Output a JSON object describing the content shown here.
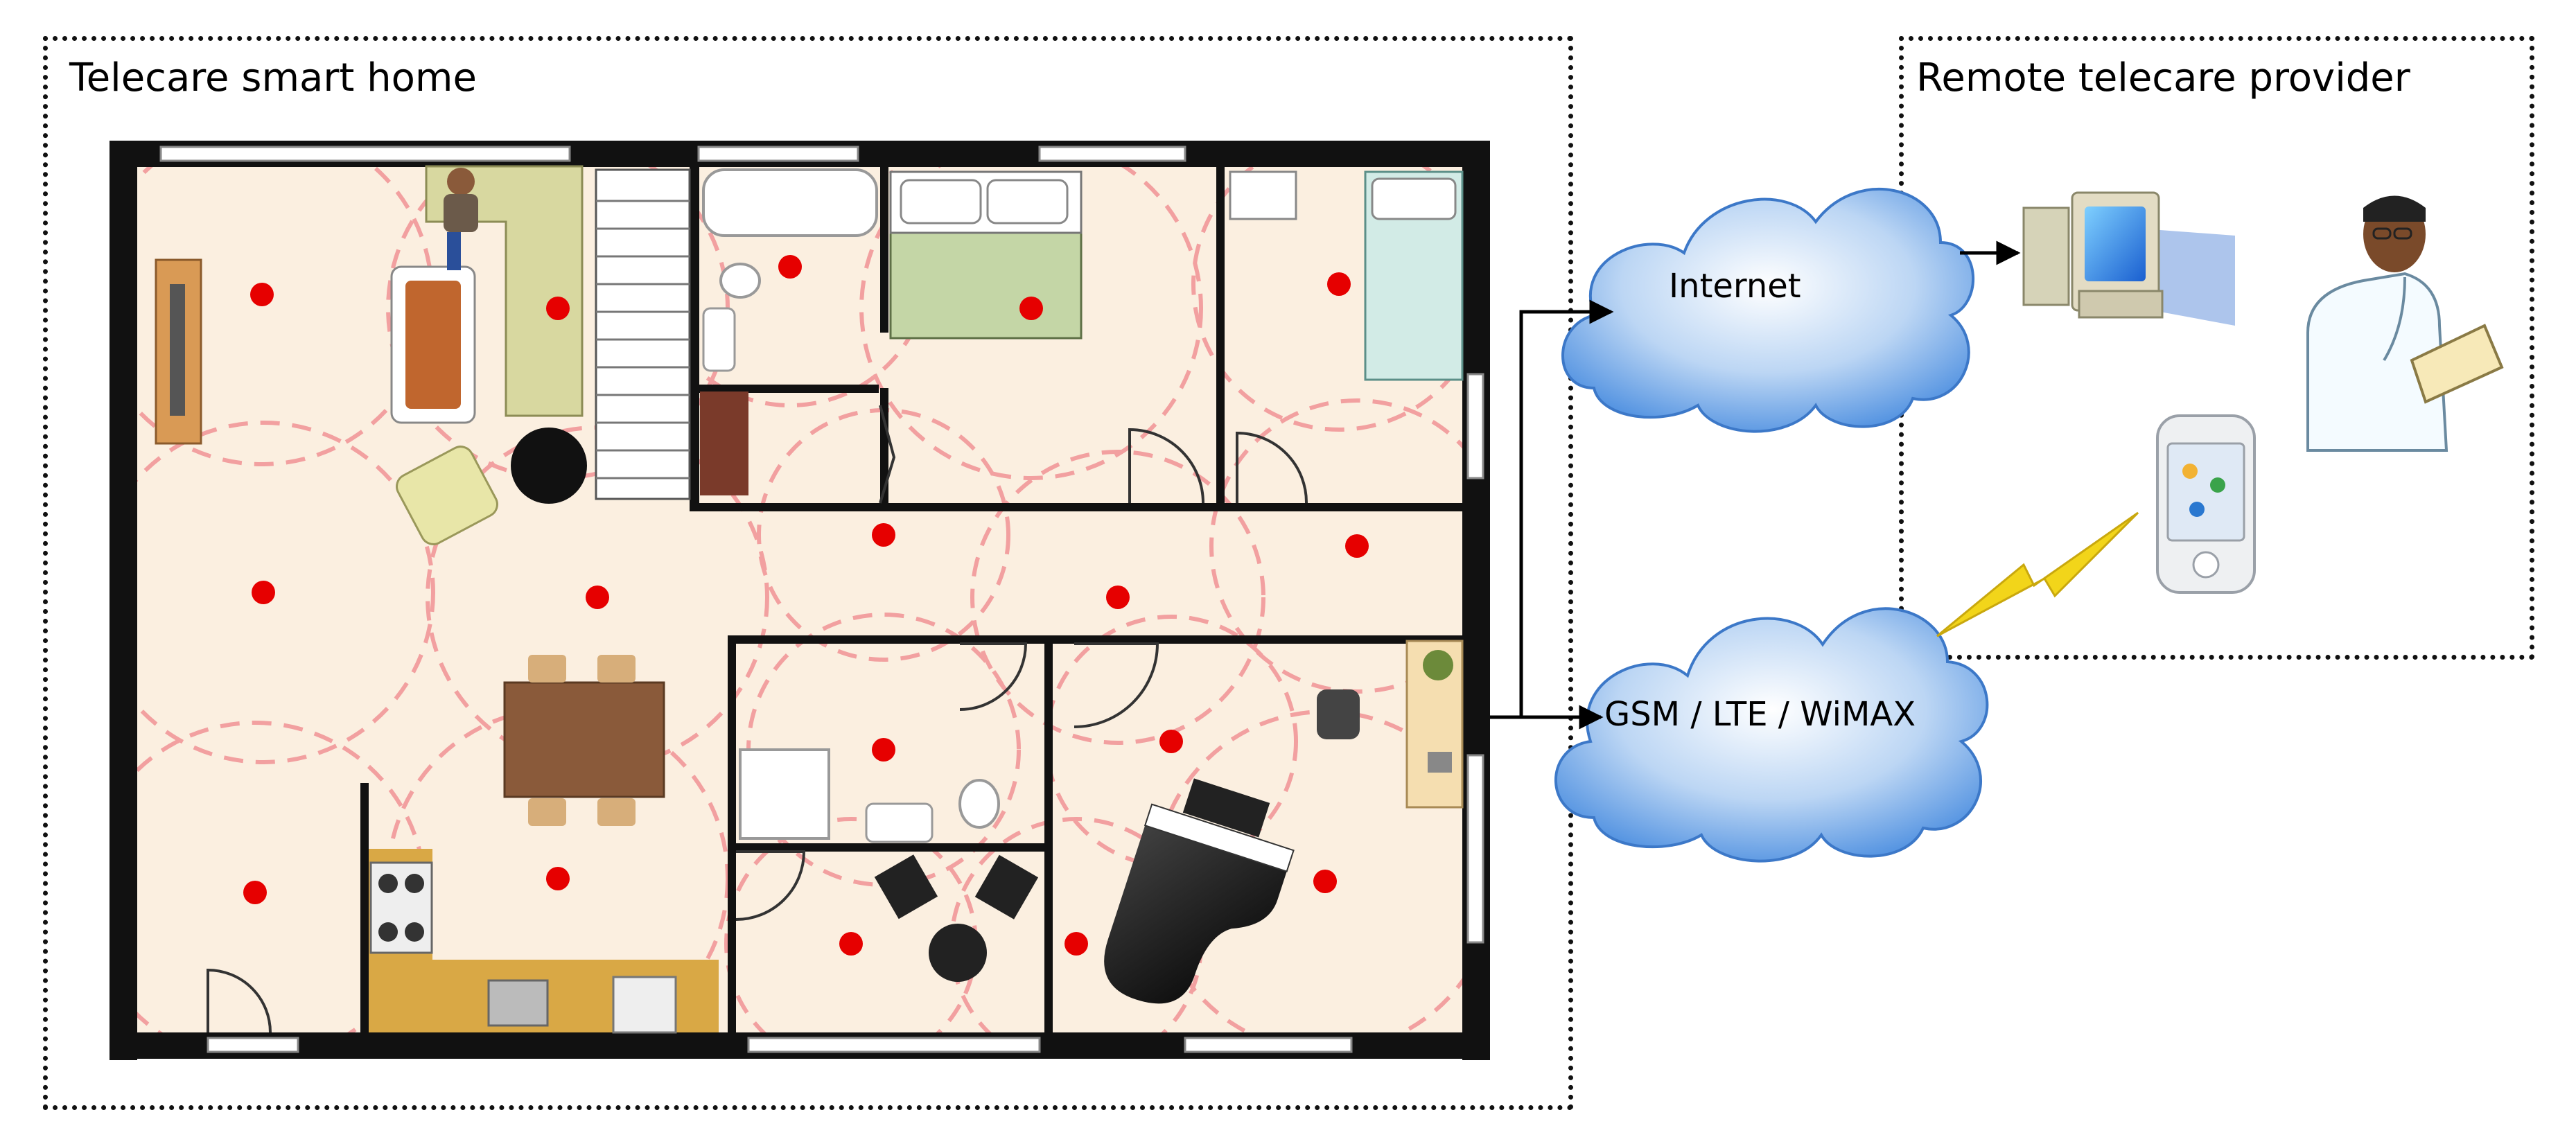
{
  "labels": {
    "home_title": "Telecare smart home",
    "provider_title": "Remote telecare provider",
    "internet": "Internet",
    "mobile_network": "GSM / LTE / WiMAX"
  },
  "colors": {
    "sensor": "#e60000",
    "coverage": "#f29a9a",
    "floor": "#fbefe0",
    "wall": "#111111",
    "cloud": "#7fb0e8",
    "lightning": "#f2d51a"
  },
  "icons": {
    "computer": "desktop-computer-icon",
    "doctor": "doctor-icon",
    "phone": "mobile-phone-icon",
    "lightning": "lightning-bolt-icon"
  }
}
